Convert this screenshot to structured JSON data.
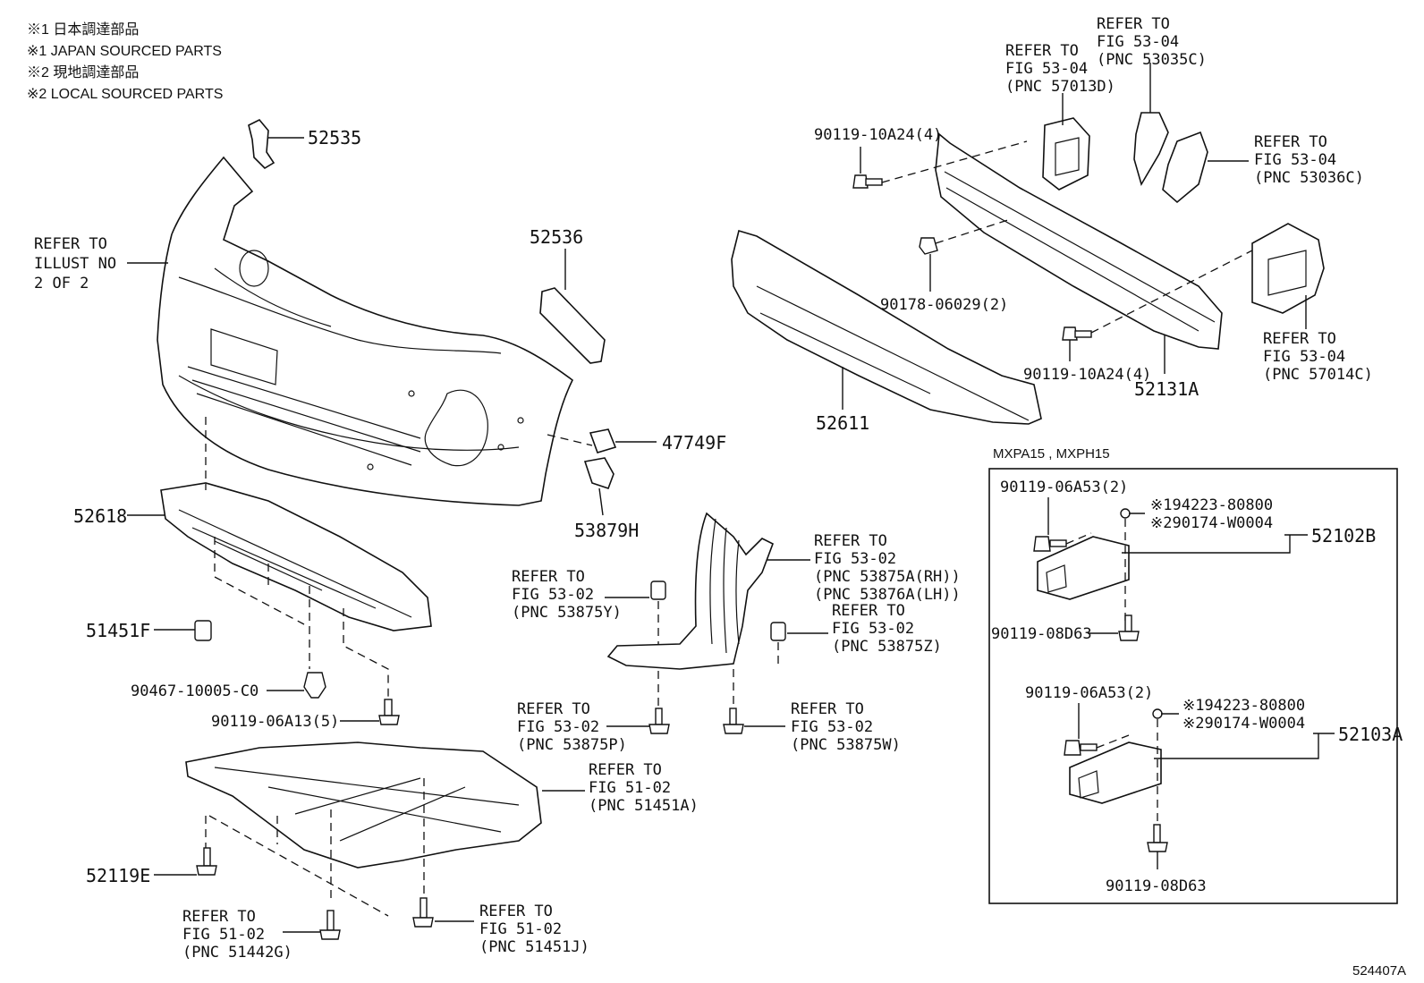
{
  "notes": [
    "※1 日本調達部品",
    "※1 JAPAN SOURCED PARTS",
    "※2 現地調達部品",
    "※2 LOCAL SOURCED PARTS"
  ],
  "parts": {
    "p52535": "52535",
    "p52536": "52536",
    "p47749F": "47749F",
    "p53879H": "53879H",
    "p52618": "52618",
    "p51451F": "51451F",
    "p90467": "90467-10005-C0",
    "p90119_06A13": "90119-06A13(5)",
    "p52119E": "52119E",
    "p90119_10A24_top": "90119-10A24(4)",
    "p90178": "90178-06029(2)",
    "p90119_10A24_bot": "90119-10A24(4)",
    "p52131A": "52131A",
    "p52611": "52611"
  },
  "refs": {
    "illust": [
      "REFER TO",
      "ILLUST NO",
      "2 OF 2"
    ],
    "r57013D": [
      "REFER TO",
      "FIG 53-04",
      "(PNC 57013D)"
    ],
    "r53035C": [
      "REFER TO",
      "FIG 53-04",
      "(PNC 53035C)"
    ],
    "r53036C": [
      "REFER TO",
      "FIG 53-04",
      "(PNC 53036C)"
    ],
    "r57014C": [
      "REFER TO",
      "FIG 53-04",
      "(PNC 57014C)"
    ],
    "r53875A": [
      "REFER TO",
      "FIG 53-02",
      "(PNC 53875A(RH))",
      "(PNC 53876A(LH))"
    ],
    "r53875Y": [
      "REFER TO",
      "FIG 53-02",
      "(PNC 53875Y)"
    ],
    "r53875Z": [
      "REFER TO",
      "FIG 53-02",
      "(PNC 53875Z)"
    ],
    "r53875P": [
      "REFER TO",
      "FIG 53-02",
      "(PNC 53875P)"
    ],
    "r53875W": [
      "REFER TO",
      "FIG 53-02",
      "(PNC 53875W)"
    ],
    "r51451A": [
      "REFER TO",
      "FIG 51-02",
      "(PNC 51451A)"
    ],
    "r51442G": [
      "REFER TO",
      "FIG 51-02",
      "(PNC 51442G)"
    ],
    "r51451J": [
      "REFER TO",
      "FIG 51-02",
      "(PNC 51451J)"
    ]
  },
  "inset": {
    "title": "MXPA15 , MXPH15",
    "upper": {
      "bolt": "90119-06A53(2)",
      "note1": "※194223-80800",
      "note2": "※290174-W0004",
      "part": "52102B",
      "bottom_bolt": "90119-08D63"
    },
    "lower": {
      "bolt": "90119-06A53(2)",
      "note1": "※194223-80800",
      "note2": "※290174-W0004",
      "part": "52103A",
      "bottom_bolt": "90119-08D63"
    }
  },
  "figure_id": "524407A"
}
